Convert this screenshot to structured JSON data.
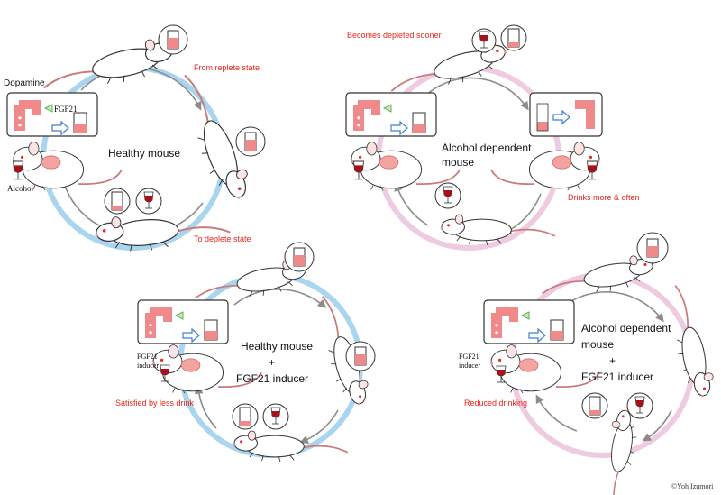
{
  "colors": {
    "healthy_ring": "#a9d5ee",
    "dependent_ring": "#eecbe0",
    "red_text": "#e8251c",
    "pink_fill": "#f08a8a",
    "dark_red": "#a8101a",
    "arrow_gray": "#8c8c8c",
    "blue_arrow": "#3d7fd8",
    "green_arrow": "#5bb15b"
  },
  "panels": {
    "tl": {
      "center": "Healthy mouse",
      "dopamine": "Dopamine",
      "fgf21": "FGF21",
      "alcohol": "Alcohol",
      "from_replete": "From replete state",
      "to_deplete": "To deplete state"
    },
    "tr": {
      "center_line1": "Alcohol dependent",
      "center_line2": "mouse",
      "depleted_sooner": "Becomes depleted sooner",
      "drinks_more": "Drinks more & often"
    },
    "bl": {
      "center_line1": "Healthy mouse",
      "plus": "+",
      "center_line2": "FGF21 inducer",
      "inducer_line1": "FGF21",
      "inducer_line2": "inducer",
      "satisfied": "Satisfied by less drink"
    },
    "br": {
      "center_line1": "Alcohol dependent",
      "center_line2": "mouse",
      "plus": "+",
      "center_line3": "FGF21 inducer",
      "inducer_line1": "FGF21",
      "inducer_line2": "inducer",
      "reduced": "Reduced drinking"
    }
  },
  "copyright": "©Yoh Izumori"
}
